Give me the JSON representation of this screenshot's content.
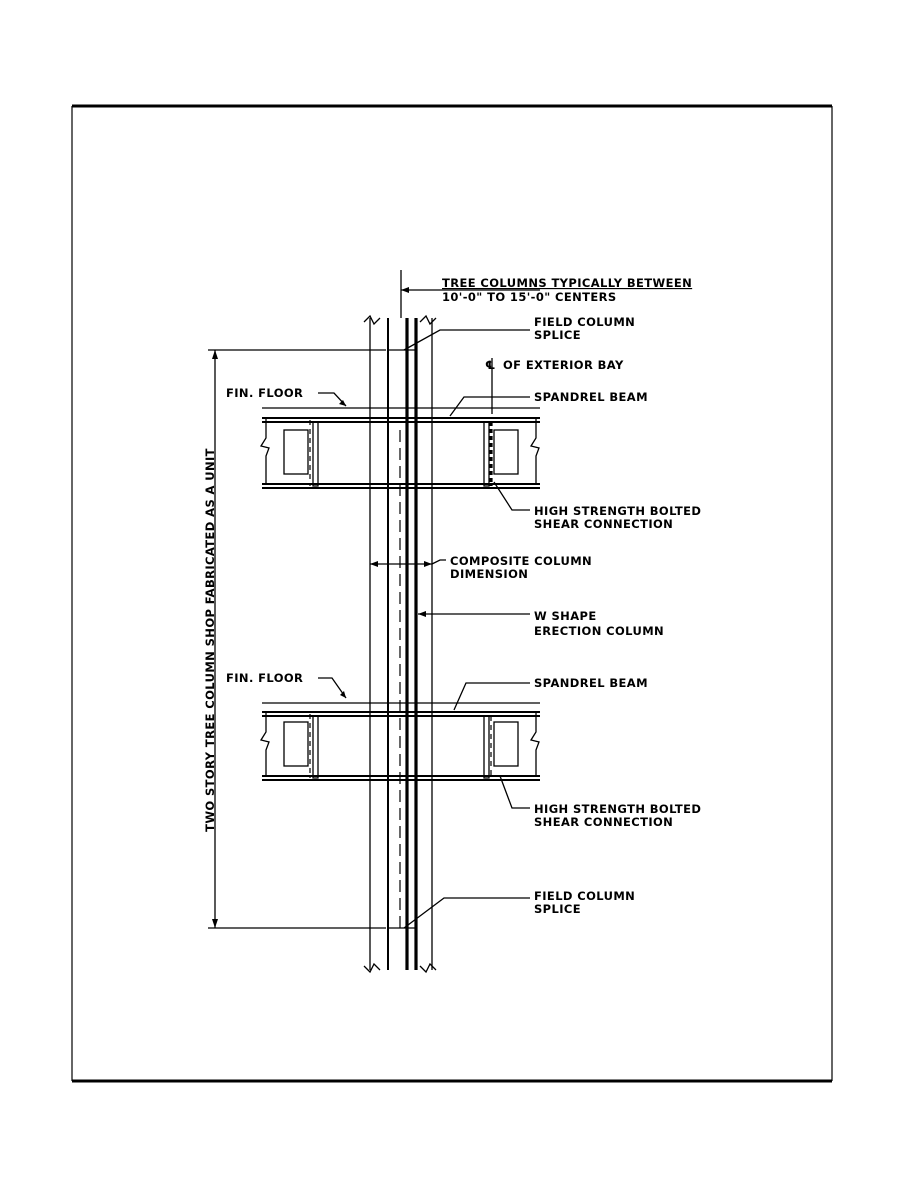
{
  "labels": {
    "tree_columns_line1": "TREE COLUMNS TYPICALLY BETWEEN",
    "tree_columns_line2": "10'-0\" TO 15'-0\" CENTERS",
    "field_splice_top_line1": "FIELD COLUMN",
    "field_splice_top_line2": "SPLICE",
    "exterior_bay": "OF EXTERIOR BAY",
    "centerline_symbol": "℄",
    "fin_floor_top": "FIN. FLOOR",
    "spandrel_beam_top": "SPANDREL BEAM",
    "bolted_top_line1": "HIGH STRENGTH BOLTED",
    "bolted_top_line2": "SHEAR CONNECTION",
    "composite_line1": "COMPOSITE COLUMN",
    "composite_line2": "DIMENSION",
    "w_shape_line1": "W SHAPE",
    "w_shape_line2": "ERECTION COLUMN",
    "fin_floor_bottom": "FIN. FLOOR",
    "spandrel_beam_bottom": "SPANDREL BEAM",
    "bolted_bottom_line1": "HIGH STRENGTH BOLTED",
    "bolted_bottom_line2": "SHEAR CONNECTION",
    "field_splice_bottom_line1": "FIELD COLUMN",
    "field_splice_bottom_line2": "SPLICE",
    "vertical_dimension": "TWO STORY TREE COLUMN SHOP FABRICATED AS A UNIT"
  }
}
